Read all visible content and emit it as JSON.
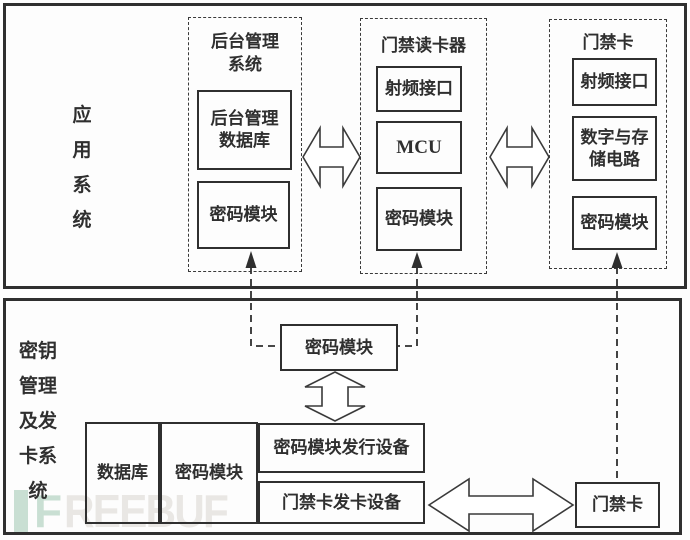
{
  "top_section": {
    "side_label": {
      "text": "应用系统",
      "chars": [
        "应",
        "用",
        "系",
        "统"
      ]
    },
    "backend": {
      "title_line1": "后台管理",
      "title_line2": "系统",
      "db_line1": "后台管理",
      "db_line2": "数据库",
      "crypto": "密码模块"
    },
    "reader": {
      "title": "门禁读卡器",
      "rf": "射频接口",
      "mcu": "MCU",
      "crypto": "密码模块"
    },
    "card": {
      "title": "门禁卡",
      "rf": "射频接口",
      "digital_line1": "数字与存",
      "digital_line2": "储电路",
      "crypto": "密码模块"
    }
  },
  "bottom_section": {
    "side_label": {
      "text": "密钥管理及发卡系统",
      "lines": [
        "密钥",
        "管理",
        "及发",
        "卡系",
        "统"
      ]
    },
    "floating_crypto": "密码模块",
    "database": "数据库",
    "crypto_module": "密码模块",
    "crypto_issuing_device": "密码模块发行设备",
    "card_issuing_device": "门禁卡发卡设备",
    "access_card": "门禁卡"
  },
  "watermark": {
    "logo_letter": "F",
    "text": "REEBUF"
  },
  "colors": {
    "line": "#2f2f2f",
    "watermark_green": "#c9dfd3",
    "watermark_gray": "#e9e7e4"
  }
}
